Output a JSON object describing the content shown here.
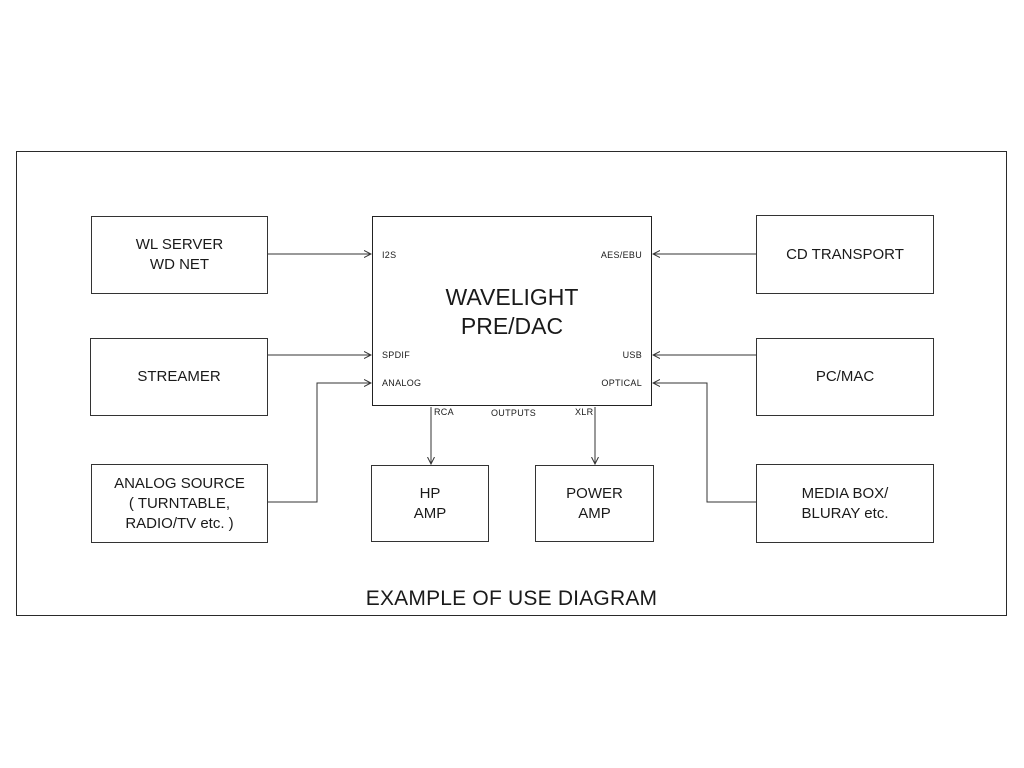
{
  "diagram": {
    "title": "",
    "caption": "EXAMPLE OF USE DIAGRAM",
    "hub": {
      "label": "WAVELIGHT\nPRE/DAC",
      "inputs_left": [
        "I2S",
        "SPDIF",
        "ANALOG"
      ],
      "inputs_right": [
        "AES/EBU",
        "USB",
        "OPTICAL"
      ],
      "outputs_label": "OUTPUTS",
      "output_ports": [
        "RCA",
        "XLR"
      ]
    },
    "sources_left": [
      {
        "label": "WL SERVER\nWD NET"
      },
      {
        "label": "STREAMER"
      },
      {
        "label": "ANALOG SOURCE\n( TURNTABLE,\nRADIO/TV etc. )"
      }
    ],
    "sources_right": [
      {
        "label": "CD TRANSPORT"
      },
      {
        "label": "PC/MAC"
      },
      {
        "label": "MEDIA BOX/\nBLURAY etc."
      }
    ],
    "outputs": [
      {
        "label": "HP\nAMP"
      },
      {
        "label": "POWER\nAMP"
      }
    ],
    "connections": [
      {
        "from": "WL SERVER / WD NET",
        "to": "I2S"
      },
      {
        "from": "STREAMER",
        "to": "SPDIF"
      },
      {
        "from": "ANALOG SOURCE",
        "to": "ANALOG"
      },
      {
        "from": "CD TRANSPORT",
        "to": "AES/EBU"
      },
      {
        "from": "PC/MAC",
        "to": "USB"
      },
      {
        "from": "MEDIA BOX/BLURAY",
        "to": "OPTICAL"
      },
      {
        "from": "RCA",
        "to": "HP AMP"
      },
      {
        "from": "XLR",
        "to": "POWER AMP"
      }
    ]
  },
  "colors": {
    "line": "#333333",
    "background": "#ffffff"
  }
}
